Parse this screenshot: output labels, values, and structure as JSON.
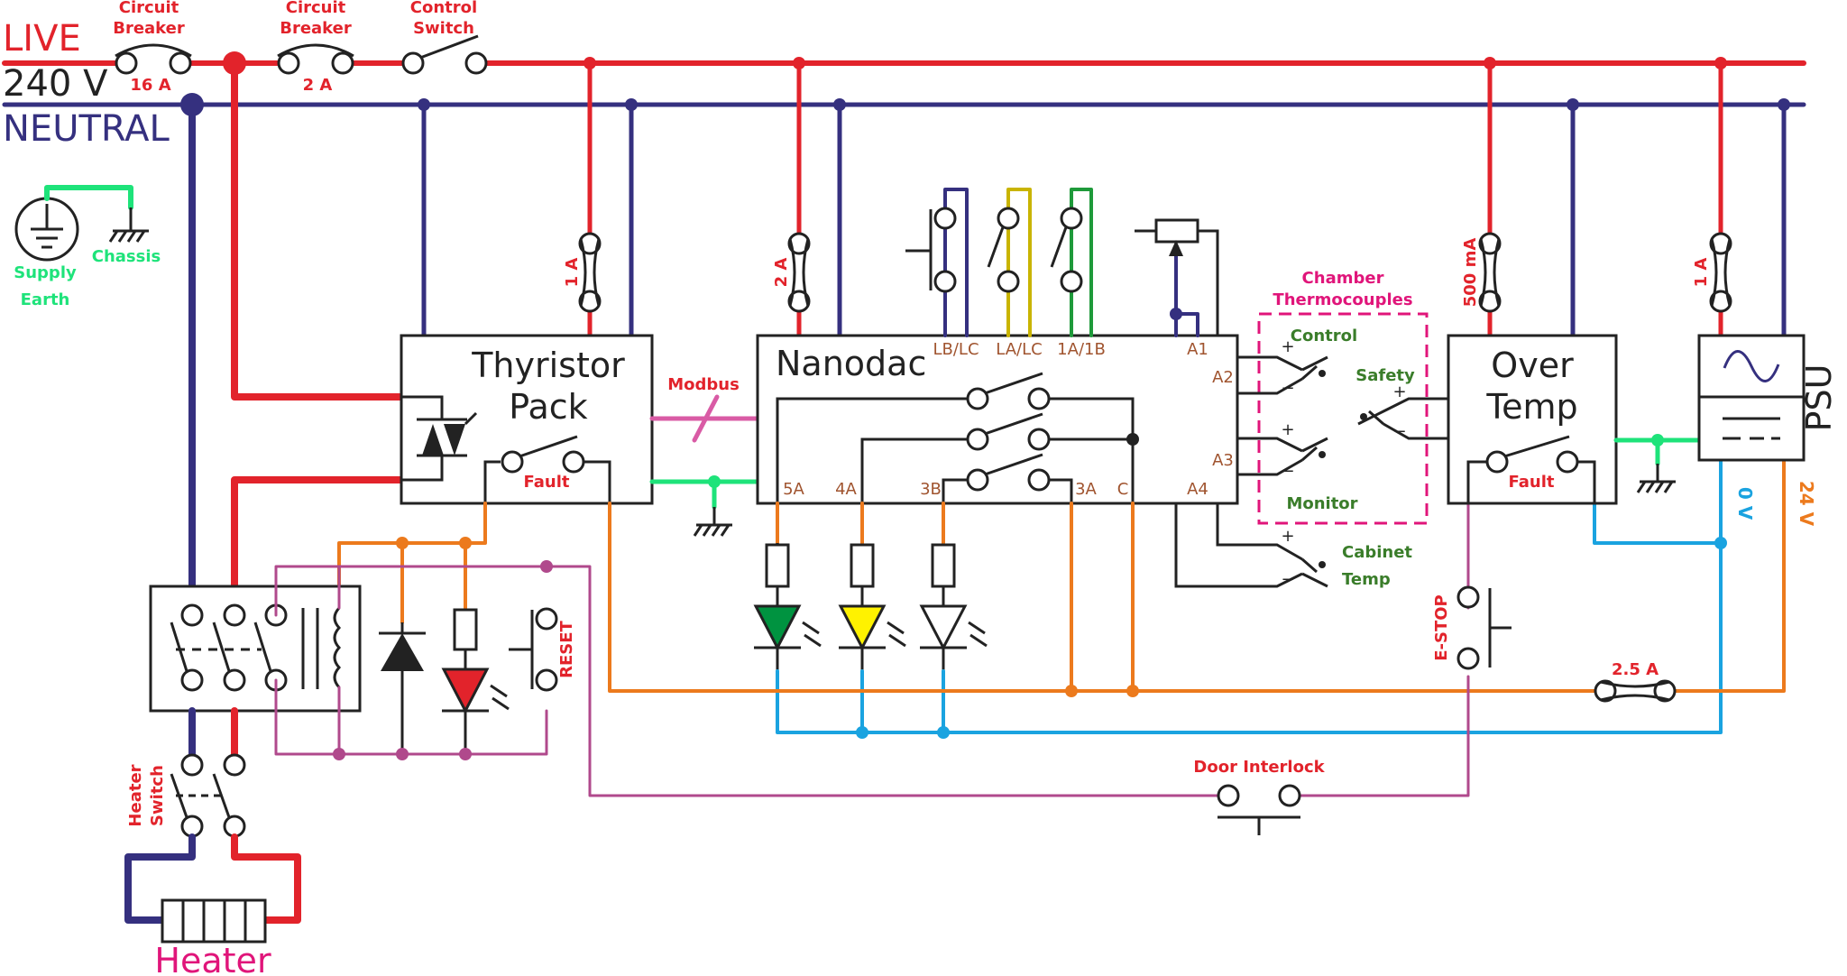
{
  "colors": {
    "live": "#e2232b",
    "neutral": "#35307f",
    "earth": "#1ee37a",
    "orange": "#ec7a1d",
    "blue": "#1aa3e0",
    "purple": "#b0498c",
    "magenta": "#e0157a",
    "green_label": "#3a7d2a",
    "terminal": "#a0542f",
    "led_green": "#009340",
    "led_yellow": "#fff200",
    "led_red": "#e2232b",
    "thermo_yellow": "#c9b400",
    "thermo_green": "#1e9a3a",
    "ink": "#222222"
  },
  "supply": {
    "live": "LIVE",
    "voltage": "240 V",
    "neutral": "NEUTRAL",
    "earth_line1": "Supply",
    "earth_line2": "Earth",
    "chassis": "Chassis"
  },
  "breakers": {
    "main_l1": "Circuit",
    "main_l2": "Breaker",
    "main_rating": "16 A",
    "second_l1": "Circuit",
    "second_l2": "Breaker",
    "second_rating": "2 A",
    "control_l1": "Control",
    "control_l2": "Switch"
  },
  "fuses": {
    "thyristor": "1 A",
    "nanodac": "2 A",
    "overtemp": "500 mA",
    "psu": "1 A",
    "dc": "2.5 A"
  },
  "thyristor": {
    "title_l1": "Thyristor",
    "title_l2": "Pack",
    "fault": "Fault",
    "modbus": "Modbus"
  },
  "nanodac": {
    "title": "Nanodac",
    "terminals_top": [
      "LB/LC",
      "LA/LC",
      "1A/1B",
      "A1"
    ],
    "terminals_right": [
      "A2",
      "A3",
      "A4"
    ],
    "terminals_bottom": [
      "5A",
      "4A",
      "3B",
      "3A",
      "C"
    ]
  },
  "thermocouples": {
    "title_l1": "Chamber",
    "title_l2": "Thermocouples",
    "control": "Control",
    "safety": "Safety",
    "monitor": "Monitor",
    "cabinet_l1": "Cabinet",
    "cabinet_l2": "Temp",
    "plus": "+",
    "minus": "−"
  },
  "overtemp": {
    "title_l1": "Over",
    "title_l2": "Temp",
    "fault": "Fault"
  },
  "psu": {
    "title": "PSU",
    "v0": "0 V",
    "v24": "24 V"
  },
  "controls": {
    "reset": "RESET",
    "estop": "E-STOP",
    "door": "Door Interlock",
    "heater_switch_l1": "Heater",
    "heater_switch_l2": "Switch",
    "heater": "Heater"
  }
}
